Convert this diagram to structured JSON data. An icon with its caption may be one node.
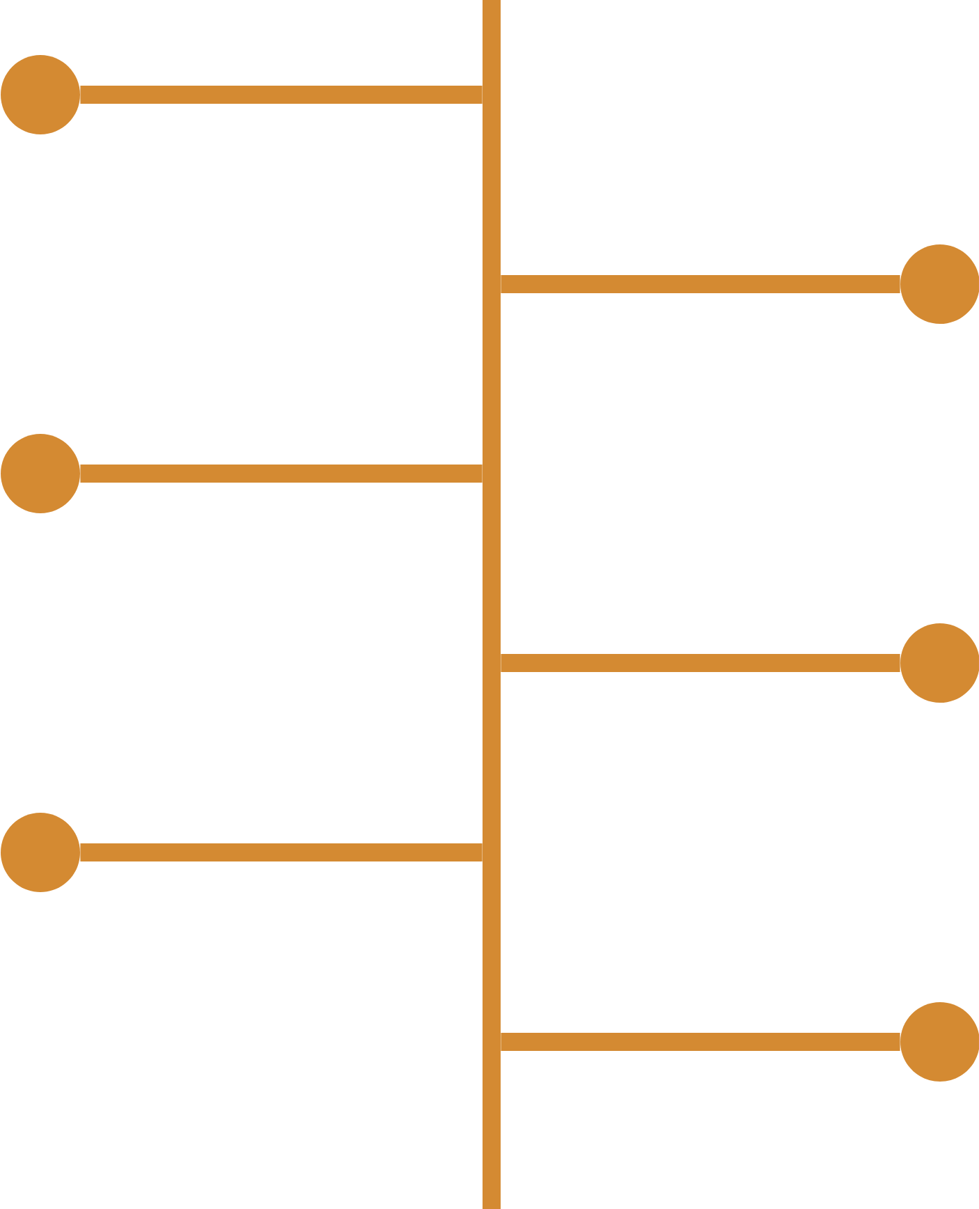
{
  "diagram": {
    "nodes": [
      {
        "text": [],
        "shape": "bar"
      },
      {
        "text": [],
        "shape": "circle"
      },
      {
        "text": [],
        "shape": "circle"
      },
      {
        "text": [],
        "shape": "circle"
      },
      {
        "text": [],
        "shape": "circle"
      },
      {
        "text": [],
        "shape": "circle"
      },
      {
        "text": [],
        "shape": "circle"
      }
    ],
    "edges": [
      {
        "from": 1,
        "to": 0,
        "arrow": "none"
      },
      {
        "from": 2,
        "to": 0,
        "arrow": "none"
      },
      {
        "from": 3,
        "to": 0,
        "arrow": "none"
      },
      {
        "from": 4,
        "to": 0,
        "arrow": "none"
      },
      {
        "from": 5,
        "to": 0,
        "arrow": "none"
      },
      {
        "from": 6,
        "to": 0,
        "arrow": "none"
      }
    ]
  }
}
